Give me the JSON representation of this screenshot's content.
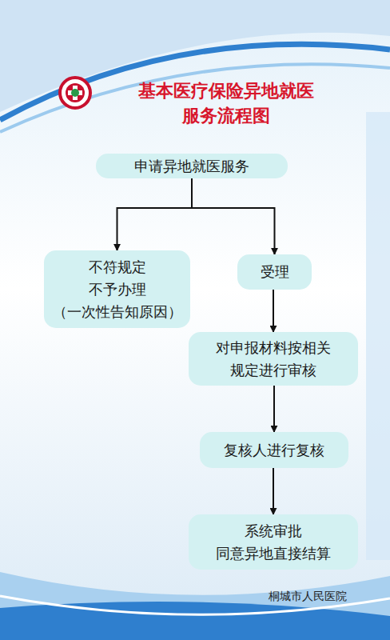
{
  "diagram": {
    "title": "基本医疗保险异地就医 服务流程图",
    "nodes": [
      {
        "text": [
          "申请异地就医服务"
        ]
      },
      {
        "text": [
          "不符规定 不予办理 （一次性告知原因）"
        ]
      },
      {
        "text": [
          "受理"
        ]
      },
      {
        "text": [
          "对申报材料按相关 规定进行审核"
        ]
      },
      {
        "text": [
          "复核人进行复核"
        ]
      },
      {
        "text": [
          "系统审批 同意异地直接结算"
        ]
      }
    ],
    "edges": [
      {
        "from": 0,
        "to": 1,
        "arrow": "to"
      },
      {
        "from": 0,
        "to": 2,
        "arrow": "to"
      },
      {
        "from": 2,
        "to": 3,
        "arrow": "to"
      },
      {
        "from": 3,
        "to": 4,
        "arrow": "to"
      },
      {
        "from": 4,
        "to": 5,
        "arrow": "to"
      }
    ],
    "labels": [
      "桐城市人民医院"
    ]
  }
}
